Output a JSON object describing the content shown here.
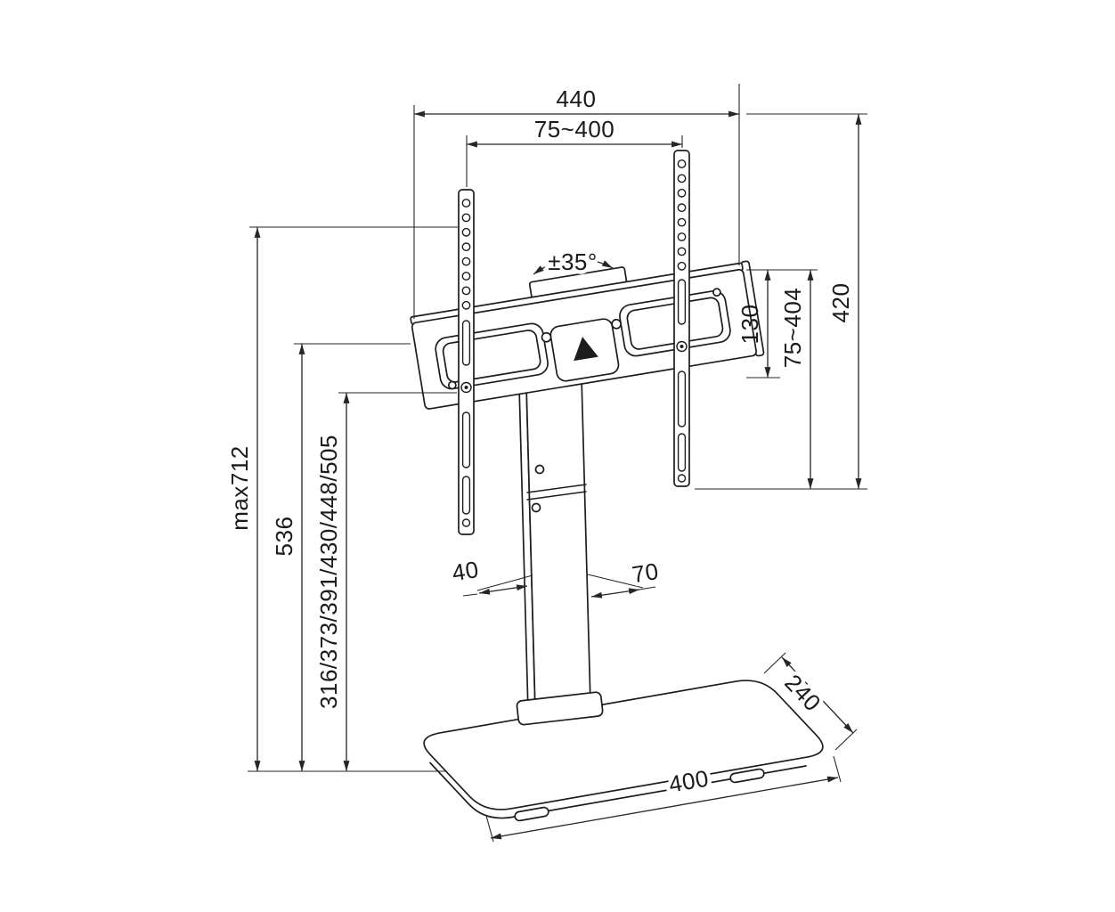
{
  "drawing": {
    "background": "#ffffff",
    "line_color": "#1d1d1d",
    "labels": {
      "overall_width": "440",
      "vesa_width_range": "75~400",
      "swivel_angle": "±35°",
      "bracket_height": "130",
      "vesa_height_range": "75~404",
      "mount_top_height": "420",
      "max_total_height": "max712",
      "column_height": "536",
      "height_positions": "316/373/391/430/448/505",
      "column_width": "40",
      "column_depth": "70",
      "base_depth": "240",
      "base_width": "400"
    }
  }
}
